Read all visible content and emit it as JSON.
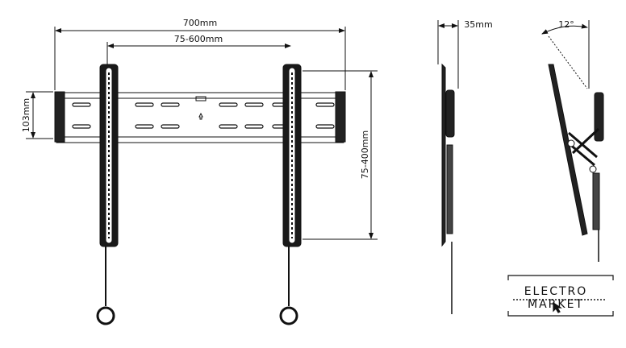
{
  "dimensions": {
    "overall_width": "700mm",
    "vesa_horizontal": "75-600mm",
    "bar_height": "103mm",
    "vesa_vertical": "75-400mm",
    "wall_distance": "35mm",
    "tilt_angle": "12°"
  },
  "logo": {
    "title": "ELECTRO MARKET"
  }
}
